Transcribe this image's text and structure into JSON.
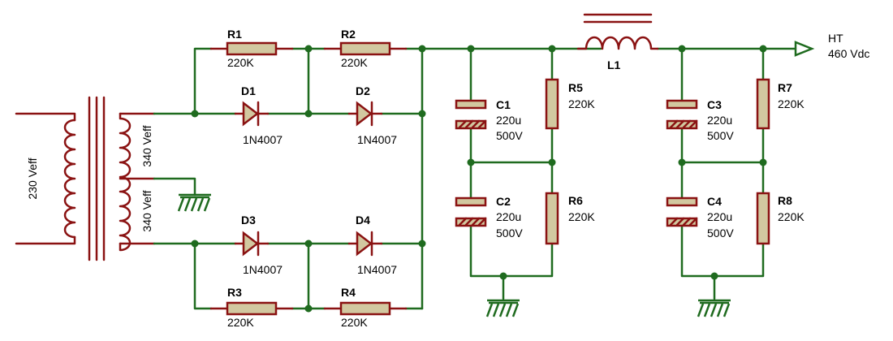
{
  "transformer": {
    "primary": "230 Veff",
    "secondary_top": "340 Veff",
    "secondary_bottom": "340 Veff"
  },
  "resistors": {
    "R1": {
      "ref": "R1",
      "value": "220K"
    },
    "R2": {
      "ref": "R2",
      "value": "220K"
    },
    "R3": {
      "ref": "R3",
      "value": "220K"
    },
    "R4": {
      "ref": "R4",
      "value": "220K"
    },
    "R5": {
      "ref": "R5",
      "value": "220K"
    },
    "R6": {
      "ref": "R6",
      "value": "220K"
    },
    "R7": {
      "ref": "R7",
      "value": "220K"
    },
    "R8": {
      "ref": "R8",
      "value": "220K"
    }
  },
  "diodes": {
    "D1": {
      "ref": "D1",
      "value": "1N4007"
    },
    "D2": {
      "ref": "D2",
      "value": "1N4007"
    },
    "D3": {
      "ref": "D3",
      "value": "1N4007"
    },
    "D4": {
      "ref": "D4",
      "value": "1N4007"
    }
  },
  "capacitors": {
    "C1": {
      "ref": "C1",
      "value": "220u",
      "voltage": "500V"
    },
    "C2": {
      "ref": "C2",
      "value": "220u",
      "voltage": "500V"
    },
    "C3": {
      "ref": "C3",
      "value": "220u",
      "voltage": "500V"
    },
    "C4": {
      "ref": "C4",
      "value": "220u",
      "voltage": "500V"
    }
  },
  "inductor": {
    "ref": "L1"
  },
  "output": {
    "name": "HT",
    "voltage": "460 Vdc"
  },
  "colors": {
    "wire": "#1f6b1f",
    "component": "#8a1212",
    "body": "#d2c8a0"
  }
}
